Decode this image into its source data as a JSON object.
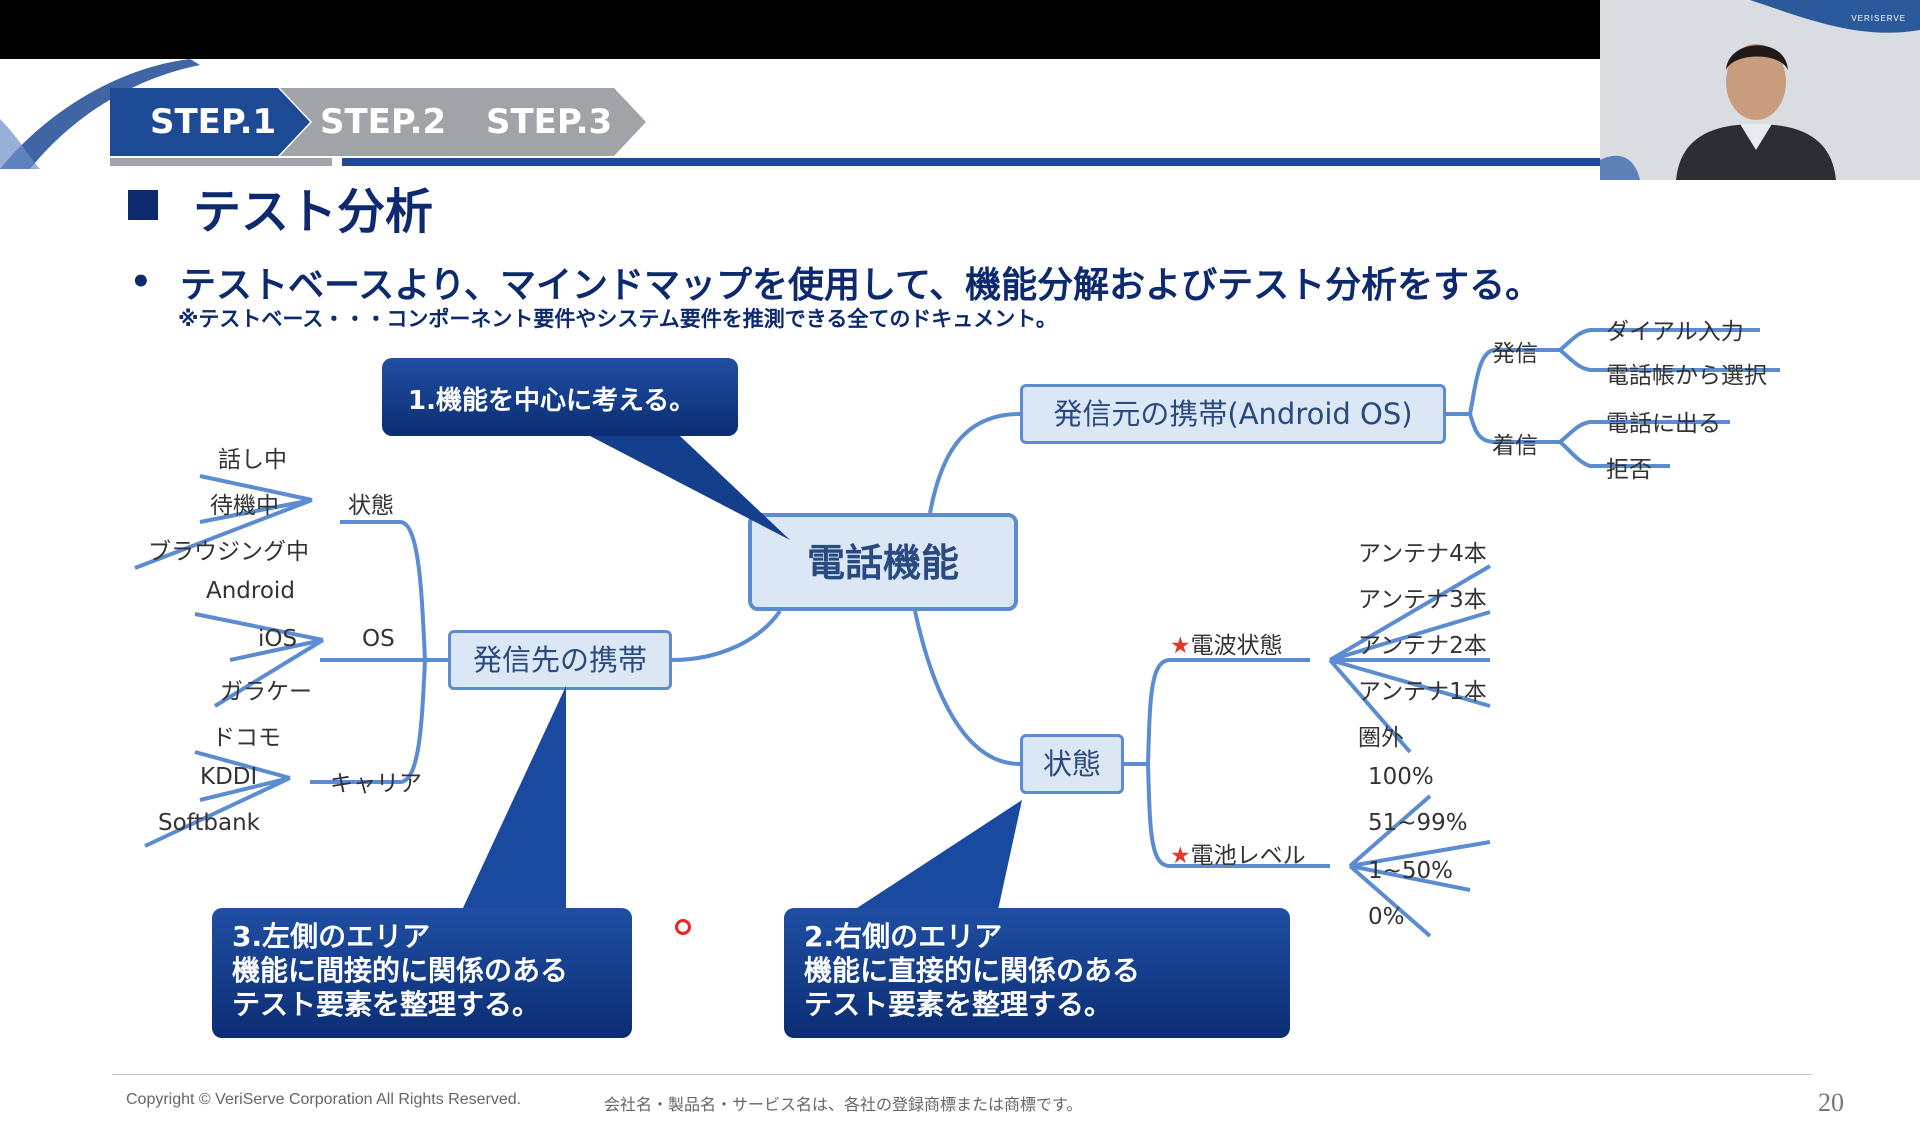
{
  "steps": [
    "STEP.1",
    "STEP.2",
    "STEP.3"
  ],
  "heading": "テスト分析",
  "bullet_text": "テストベースより、マインドマップを使用して、機能分解およびテスト分析をする。",
  "note": "※テストベース・・・コンポーネント要件やシステム要件を推測できる全てのドキュメント。",
  "mindmap": {
    "center": "電話機能",
    "top": {
      "label": "発信元の携帯(Android OS)",
      "groups": [
        {
          "label": "発信",
          "items": [
            "ダイアル入力",
            "電話帳から選択"
          ]
        },
        {
          "label": "着信",
          "items": [
            "電話に出る",
            "拒否"
          ]
        }
      ]
    },
    "left": {
      "label": "発信先の携帯",
      "groups": [
        {
          "label": "状態",
          "items": [
            "話し中",
            "待機中",
            "ブラウジング中"
          ]
        },
        {
          "label": "OS",
          "items": [
            "Android",
            "iOS",
            "ガラケー"
          ]
        },
        {
          "label": "キャリア",
          "items": [
            "ドコモ",
            "KDDI",
            "Softbank"
          ]
        }
      ]
    },
    "right": {
      "label": "状態",
      "groups": [
        {
          "label": "電波状態",
          "star": "★",
          "items": [
            "アンテナ4本",
            "アンテナ3本",
            "アンテナ2本",
            "アンテナ1本",
            "圏外"
          ]
        },
        {
          "label": "電池レベル",
          "star": "★",
          "items": [
            "100%",
            "51~99%",
            "1~50%",
            "0%"
          ]
        }
      ]
    }
  },
  "callouts": {
    "c1": "1.機能を中心に考える。",
    "c2": [
      "2.右側のエリア",
      "機能に直接的に関係のある",
      "テスト要素を整理する。"
    ],
    "c3": [
      "3.左側のエリア",
      "機能に間接的に関係のある",
      "テスト要素を整理する。"
    ]
  },
  "footer": {
    "copyright": "Copyright © VeriServe Corporation All Rights Reserved.",
    "trademark": "会社名・製品名・サービス名は、各社の登録商標または商標です。",
    "page": "20"
  },
  "webcam": {
    "logo": "VERISERVE"
  },
  "colors": {
    "navy": "#0d2a6e",
    "accent": "#1d4a94",
    "grey": "#a0a3a8",
    "branch": "#5b8bd0"
  }
}
